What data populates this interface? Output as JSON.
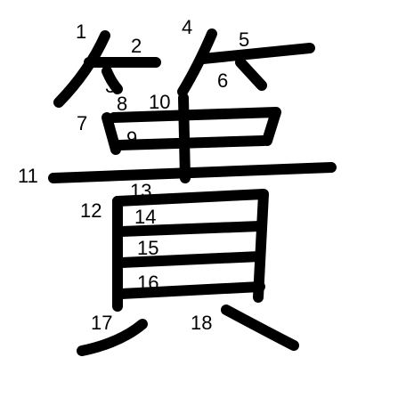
{
  "character": {
    "stroke_color": "#000000",
    "background_color": "#ffffff",
    "stroke_numbers": [
      "1",
      "2",
      "3",
      "4",
      "5",
      "6",
      "7",
      "8",
      "9",
      "10",
      "11",
      "12",
      "13",
      "14",
      "15",
      "16",
      "17",
      "18"
    ]
  }
}
